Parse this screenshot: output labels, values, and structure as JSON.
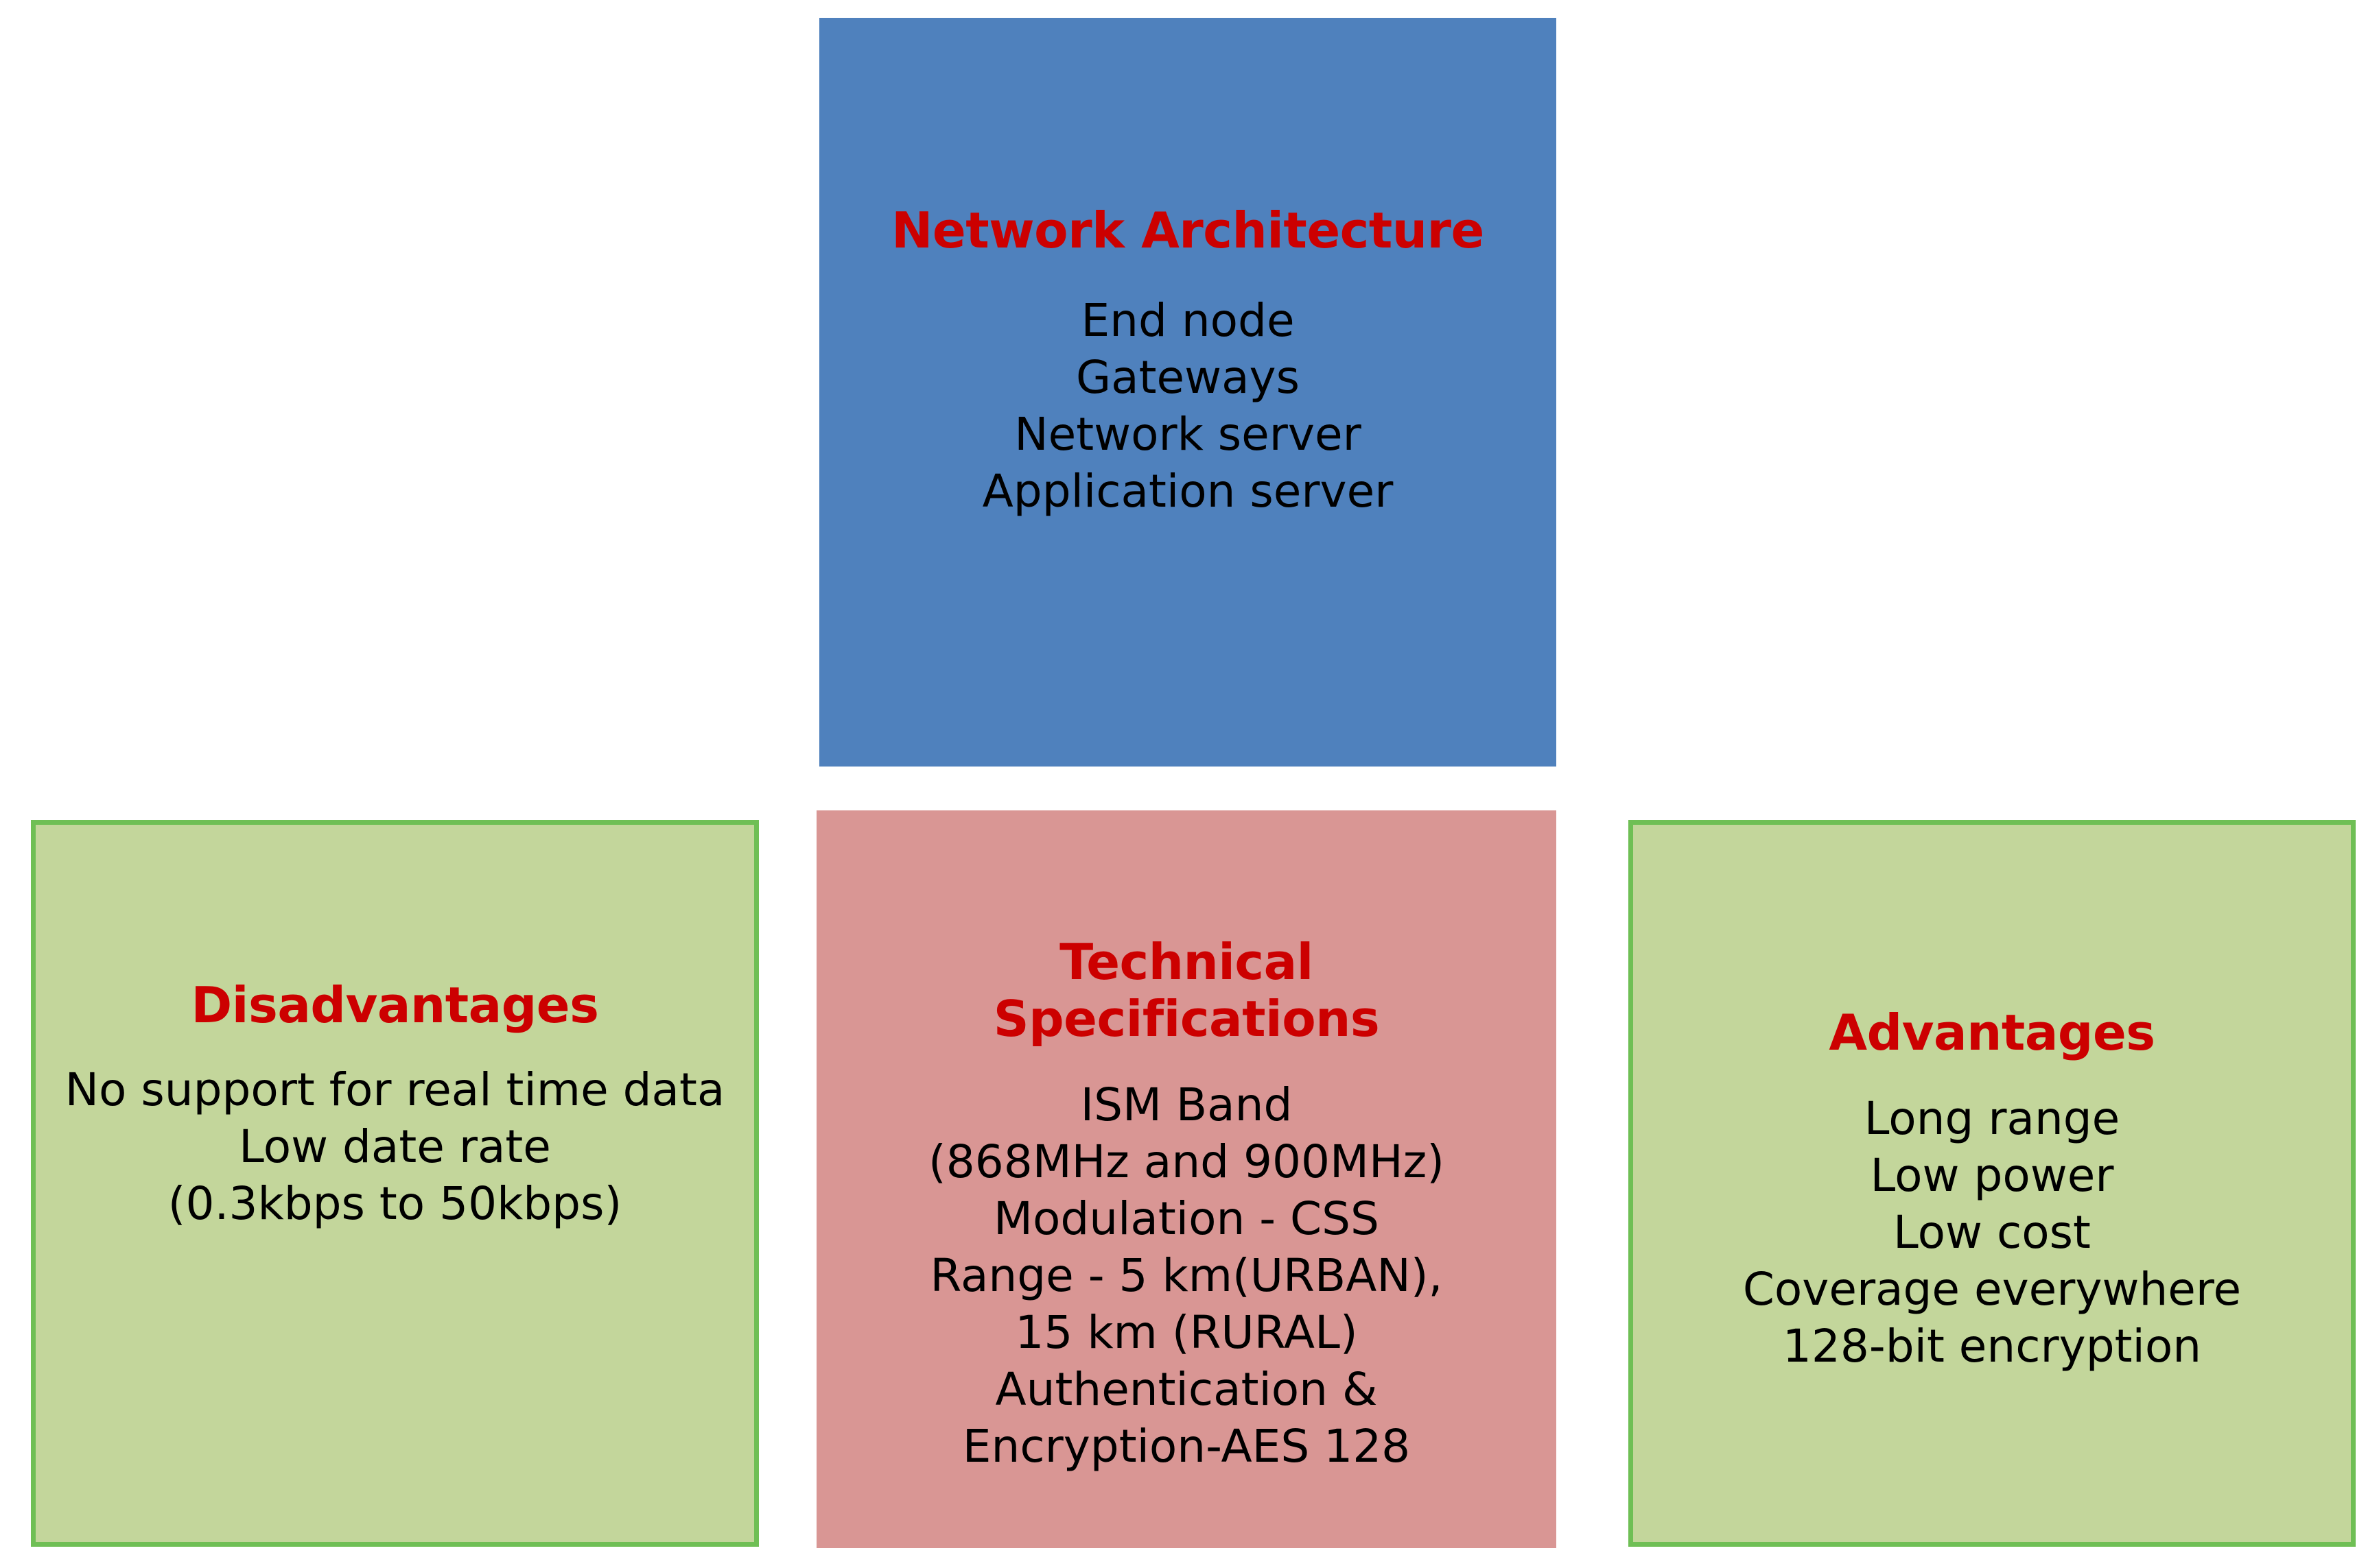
{
  "diagram": {
    "type": "four-box concept diagram",
    "background_color": "#ffffff",
    "title_color": "#CC0000",
    "body_color": "#000000",
    "boxes": [
      {
        "key": "network_architecture",
        "title": "Network Architecture",
        "fill_color": "#4F81BD",
        "border_color": "none",
        "position": "top-center",
        "lines": [
          "End node",
          "Gateways",
          "Network server",
          "Application server"
        ],
        "body": "End node\nGateways\nNetwork server\nApplication server"
      },
      {
        "key": "disadvantages",
        "title": "Disadvantages",
        "fill_color": "#C3D69B",
        "border_color": "#6FBF55",
        "position": "bottom-left",
        "lines": [
          "No support for real time data",
          "Low date rate",
          "(0.3kbps to 50kbps)"
        ],
        "body": "No support for real time data\nLow date rate\n(0.3kbps to 50kbps)"
      },
      {
        "key": "technical_specifications",
        "title": "Technical\nSpecifications",
        "fill_color": "#D99694",
        "border_color": "none",
        "position": "bottom-center",
        "lines": [
          "ISM Band",
          "(868MHz and 900MHz)",
          "Modulation - CSS",
          "Range - 5 km(URBAN),",
          "15 km (RURAL)",
          "Authentication &",
          "Encryption-AES 128"
        ],
        "body": "ISM Band\n(868MHz and 900MHz)\nModulation - CSS\nRange - 5 km(URBAN),\n15 km (RURAL)\nAuthentication &\nEncryption-AES 128"
      },
      {
        "key": "advantages",
        "title": "Advantages",
        "fill_color": "#C3D69B",
        "border_color": "#6FBF55",
        "position": "bottom-right",
        "lines": [
          "Long range",
          "Low power",
          "Low cost",
          "Coverage everywhere",
          "128-bit encryption"
        ],
        "body": "Long range\nLow power\nLow cost\nCoverage everywhere\n128-bit encryption"
      }
    ]
  }
}
